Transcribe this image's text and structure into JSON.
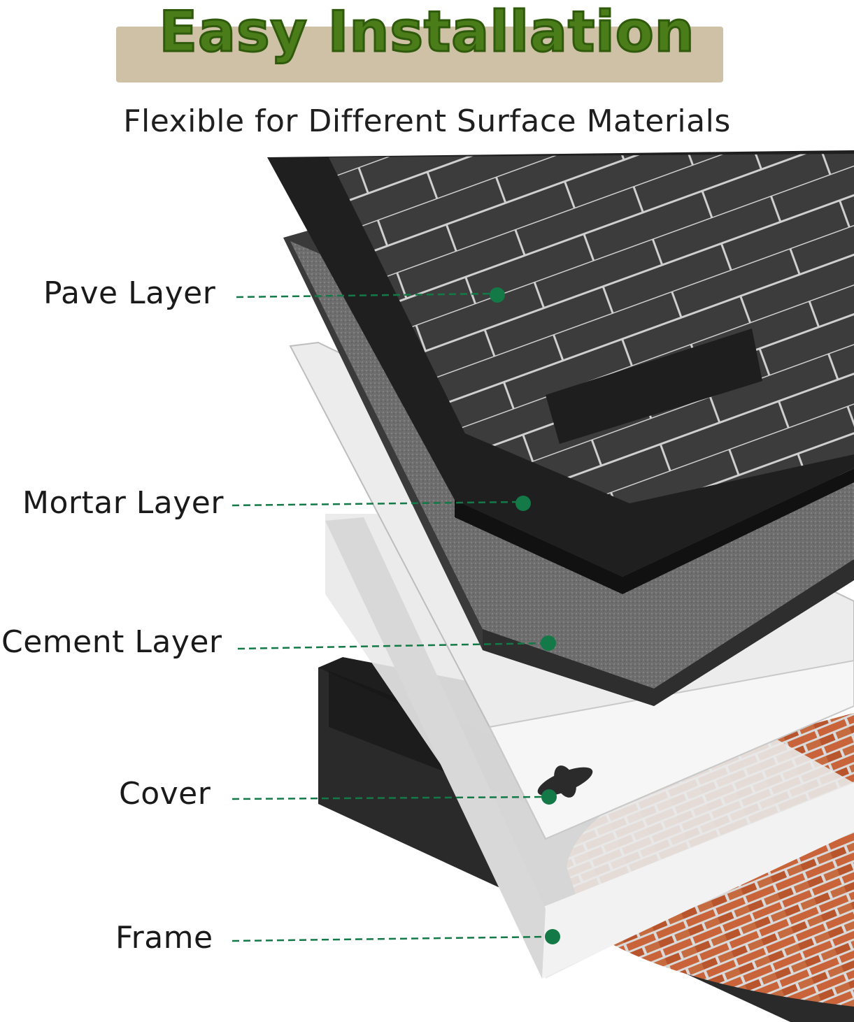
{
  "header": {
    "title": "Easy Installation",
    "subtitle": "Flexible for Different Surface Materials"
  },
  "layers": [
    {
      "label": "Pave Layer"
    },
    {
      "label": "Mortar Layer"
    },
    {
      "label": "Cement Layer"
    },
    {
      "label": "Cover"
    },
    {
      "label": "Frame"
    }
  ],
  "colors": {
    "banner": "#cfc1a6",
    "title_green": "#4a7d1a",
    "leader_green": "#137a47",
    "pave": "#3a3a3a",
    "mortar": "#6b6b6b",
    "brick": "#c9643a"
  }
}
